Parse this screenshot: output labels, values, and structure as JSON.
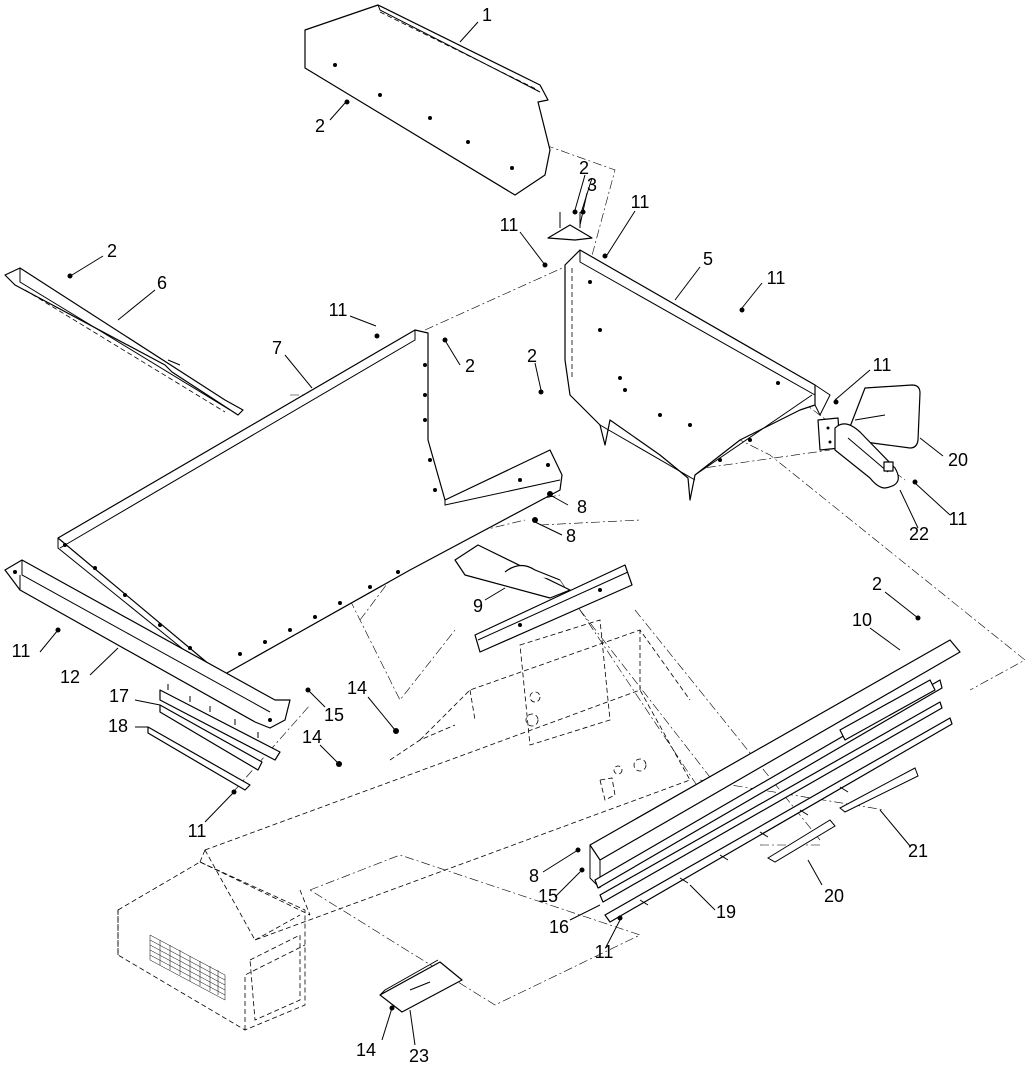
{
  "callouts": [
    {
      "id": "c1",
      "label": "1"
    },
    {
      "id": "c2a",
      "label": "2"
    },
    {
      "id": "c2b",
      "label": "2"
    },
    {
      "id": "c3",
      "label": "3"
    },
    {
      "id": "c11a",
      "label": "11"
    },
    {
      "id": "c11b",
      "label": "11"
    },
    {
      "id": "c2c",
      "label": "2"
    },
    {
      "id": "c6",
      "label": "6"
    },
    {
      "id": "c5",
      "label": "5"
    },
    {
      "id": "c11c",
      "label": "11"
    },
    {
      "id": "c11d",
      "label": "11"
    },
    {
      "id": "c7",
      "label": "7"
    },
    {
      "id": "c2d",
      "label": "2"
    },
    {
      "id": "c2e",
      "label": "2"
    },
    {
      "id": "c11e",
      "label": "11"
    },
    {
      "id": "c20a",
      "label": "20"
    },
    {
      "id": "c11f",
      "label": "11"
    },
    {
      "id": "c8a",
      "label": "8"
    },
    {
      "id": "c8b",
      "label": "8"
    },
    {
      "id": "c22",
      "label": "22"
    },
    {
      "id": "c9",
      "label": "9"
    },
    {
      "id": "c2f",
      "label": "2"
    },
    {
      "id": "c10",
      "label": "10"
    },
    {
      "id": "c11g",
      "label": "11"
    },
    {
      "id": "c12",
      "label": "12"
    },
    {
      "id": "c14a",
      "label": "14"
    },
    {
      "id": "c15a",
      "label": "15"
    },
    {
      "id": "c17",
      "label": "17"
    },
    {
      "id": "c18",
      "label": "18"
    },
    {
      "id": "c14b",
      "label": "14"
    },
    {
      "id": "c11h",
      "label": "11"
    },
    {
      "id": "c21",
      "label": "21"
    },
    {
      "id": "c8c",
      "label": "8"
    },
    {
      "id": "c15b",
      "label": "15"
    },
    {
      "id": "c20b",
      "label": "20"
    },
    {
      "id": "c19",
      "label": "19"
    },
    {
      "id": "c16",
      "label": "16"
    },
    {
      "id": "c11i",
      "label": "11"
    },
    {
      "id": "c14c",
      "label": "14"
    },
    {
      "id": "c23",
      "label": "23"
    }
  ]
}
